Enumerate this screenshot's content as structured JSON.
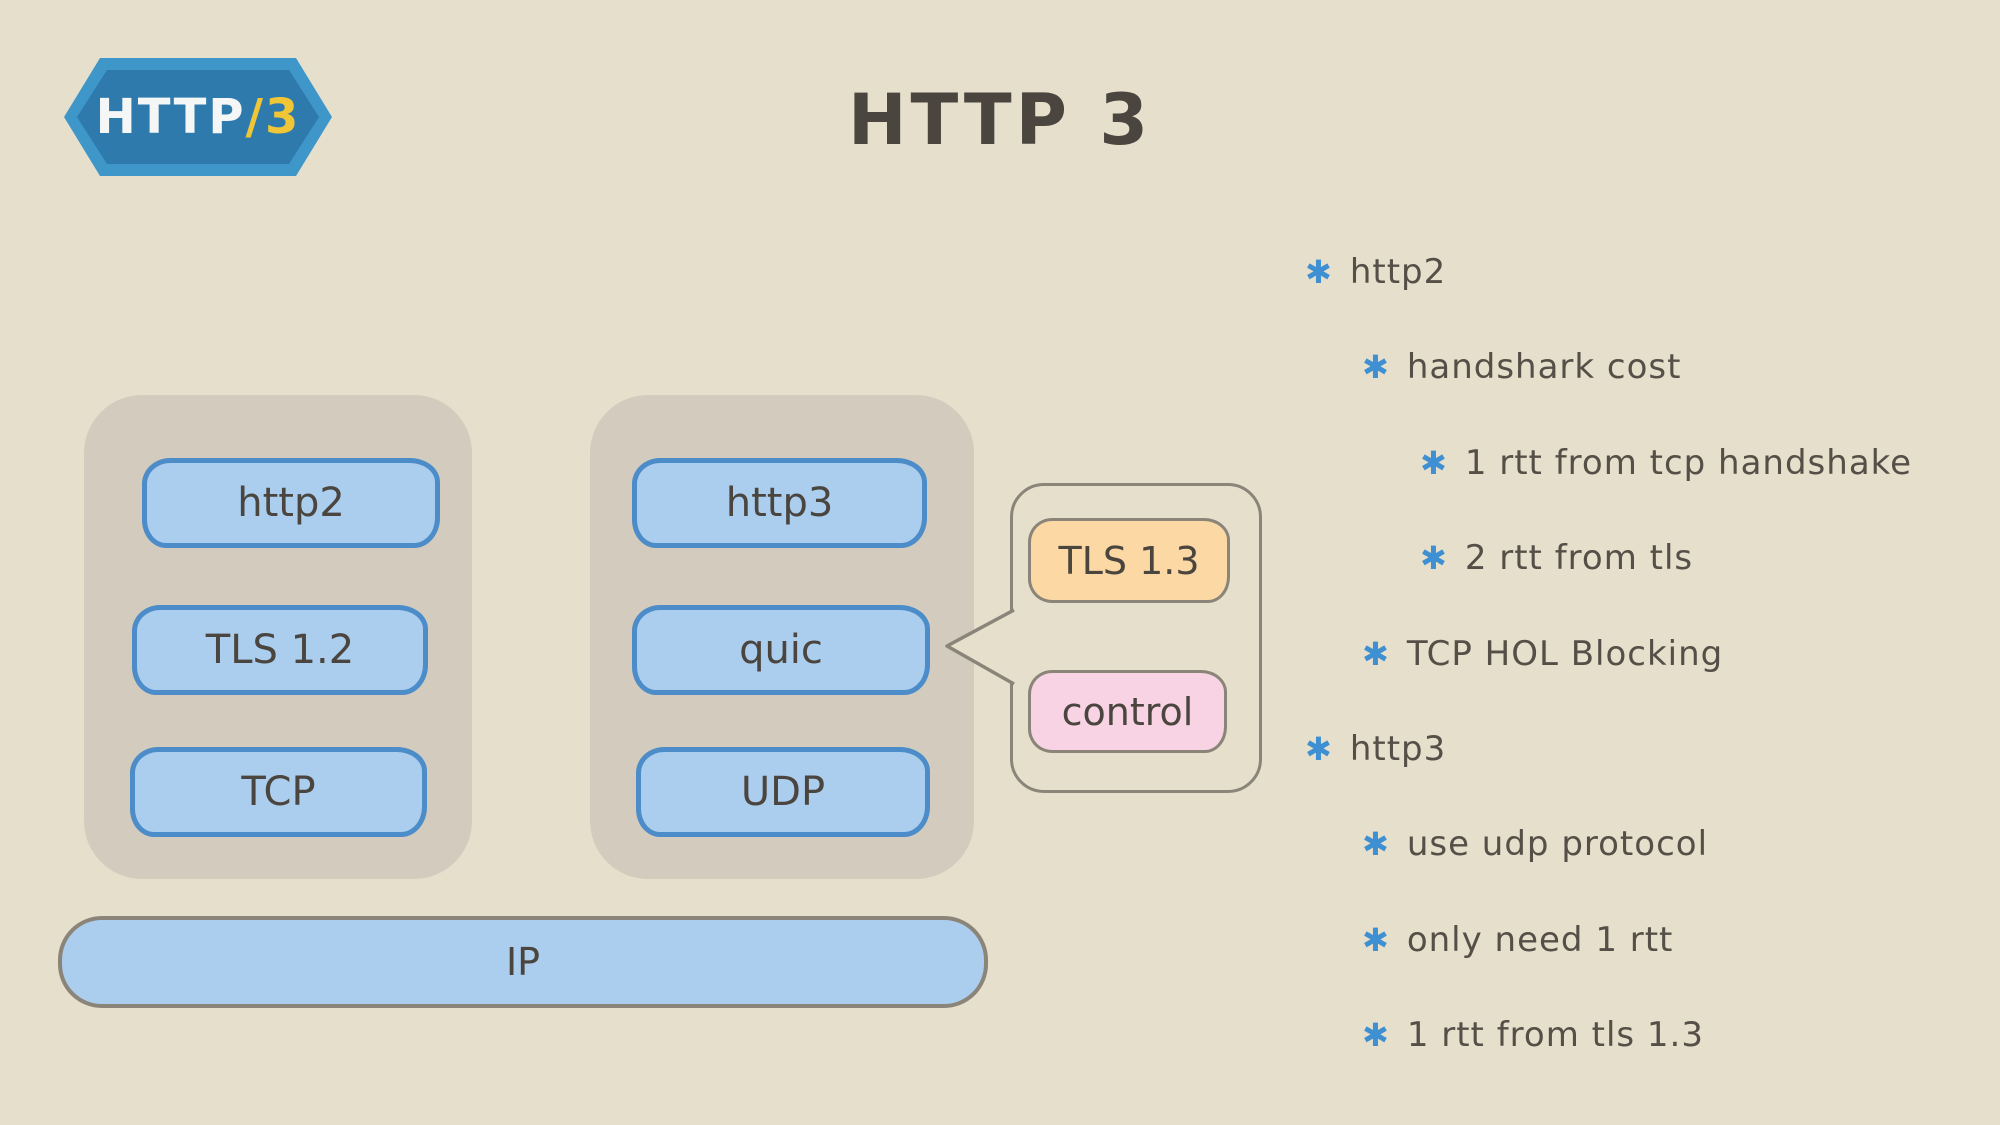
{
  "colors": {
    "bg": "#e6dfcc",
    "container": "#d3ccbe",
    "blue_fill": "#abcdee",
    "blue_border": "#4c8cc8",
    "gray_border": "#8b8579",
    "tls_fill": "#fcd9a4",
    "control_fill": "#f8d3e3",
    "bullet": "#3f90d2",
    "ink": "#4a453e",
    "note_ink": "#554f47",
    "title_ink": "#4a453f",
    "logo_outer": "#3e96c9",
    "logo_inner": "#2e7aad",
    "logo_white": "#f5f7f6",
    "logo_yellow": "#f1c636"
  },
  "logo": {
    "http": "HTTP",
    "slash": "/",
    "three": "3"
  },
  "title": "HTTP 3",
  "left_stack": {
    "layers": [
      "http2",
      "TLS 1.2",
      "TCP"
    ]
  },
  "right_stack": {
    "layers": [
      "http3",
      "quic",
      "UDP"
    ]
  },
  "callout": {
    "tls_label": "TLS 1.3",
    "control_label": "control"
  },
  "ip_label": "IP",
  "bullet_glyph": "✱",
  "notes": [
    {
      "level": 1,
      "text": "http2"
    },
    {
      "level": 2,
      "text": "handshark cost"
    },
    {
      "level": 3,
      "text": "1 rtt from tcp handshake"
    },
    {
      "level": 3,
      "text": "2 rtt from tls"
    },
    {
      "level": 2,
      "text": "TCP HOL Blocking"
    },
    {
      "level": 1,
      "text": "http3"
    },
    {
      "level": 2,
      "text": "use udp protocol"
    },
    {
      "level": 2,
      "text": "only need 1 rtt"
    },
    {
      "level": 2,
      "text": "1 rtt from tls 1.3"
    }
  ]
}
